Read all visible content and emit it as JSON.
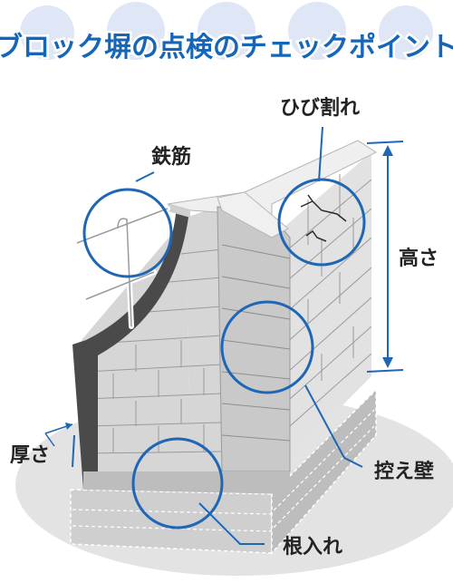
{
  "title": "ブロック塀の点検のチェックポイント",
  "labels": {
    "crack": "ひび割れ",
    "rebar": "鉄筋",
    "height": "高さ",
    "thickness": "厚さ",
    "buttress": "控え壁",
    "embedment": "根入れ"
  },
  "colors": {
    "title_fill": "#1565b8",
    "title_bubble": "#dfe6f6",
    "accent": "#1f66b5",
    "label_text": "#222222",
    "wall_face": "#dcdcdc",
    "wall_top": "#eeeeee",
    "wall_section": "#4a4a4a",
    "ground": "#e3e3e3",
    "footing": "#cfcfcf"
  }
}
